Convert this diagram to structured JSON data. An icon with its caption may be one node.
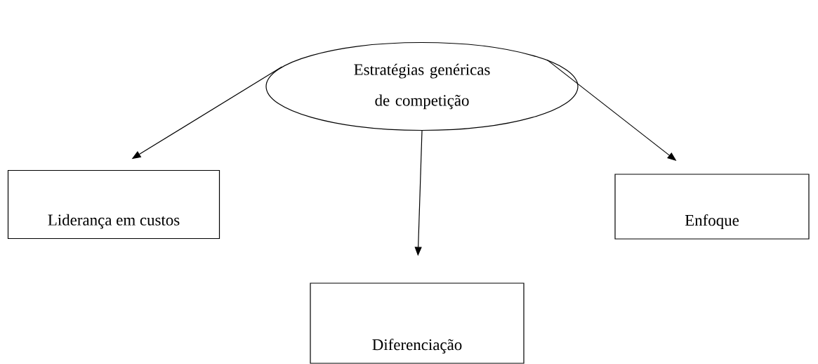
{
  "diagram": {
    "nodes": [
      {
        "text": [
          "Estratégias genéricas de competição"
        ]
      },
      {
        "text": [
          "Liderança em custos"
        ]
      },
      {
        "text": [
          "Enfoque"
        ]
      },
      {
        "text": [
          "Diferenciação"
        ]
      }
    ],
    "edges": [
      {
        "from": 0,
        "to": 1,
        "arrow": "to"
      },
      {
        "from": 0,
        "to": 3,
        "arrow": "to"
      },
      {
        "from": 0,
        "to": 2,
        "arrow": "to"
      }
    ]
  }
}
